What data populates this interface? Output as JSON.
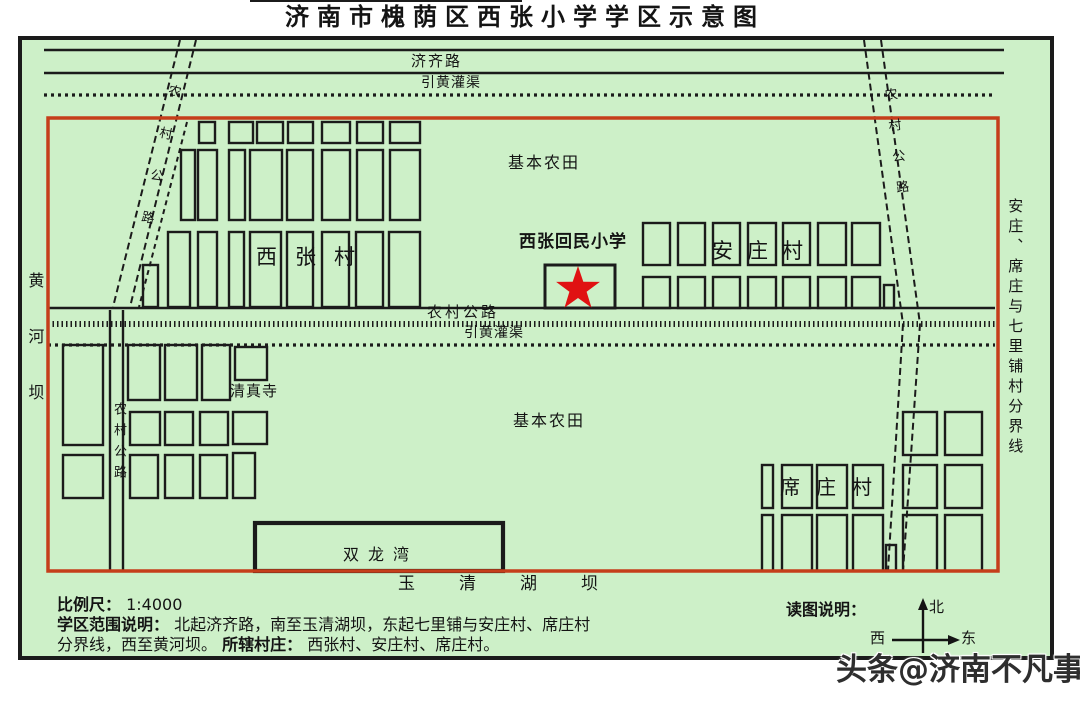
{
  "title": "济南市槐荫区西张小学学区示意图",
  "colors": {
    "map_bg": "#cdf0c8",
    "boundary_red": "#c53e1a",
    "star_red": "#e01212",
    "line_black": "#1b1b1b"
  },
  "map": {
    "roads": {
      "jiqi": "济齐路",
      "canal_top": "引黄灌渠",
      "rural_mid": "农村公路",
      "canal_mid": "引黄灌渠",
      "rural_left_diag": "农村公路",
      "rural_right_diag": "农村公路",
      "rural_bottom": "农村公路"
    },
    "labels": {
      "farmland_top": "基本农田",
      "farmland_bottom": "基本农田",
      "school": "西张回民小学",
      "village_xizhang": "西张村",
      "village_anzhuang": "安庄村",
      "village_xizhuang": "席庄村",
      "mosque": "清真寺",
      "shuanglongwan": "双龙湾",
      "yuqinghu_dam": "玉清湖坝",
      "huanghe_dam": "黄河坝",
      "east_boundary": "安庄、席庄与七里铺村分界线"
    },
    "blocks": {
      "xizhang": [
        [
          199,
          122,
          16,
          21
        ],
        [
          229,
          122,
          24,
          21
        ],
        [
          257,
          122,
          26,
          21
        ],
        [
          288,
          122,
          25,
          21
        ],
        [
          322,
          122,
          28,
          21
        ],
        [
          357,
          122,
          26,
          21
        ],
        [
          390,
          122,
          30,
          21
        ],
        [
          181,
          150,
          14,
          70
        ],
        [
          198,
          150,
          19,
          70
        ],
        [
          229,
          150,
          16,
          70
        ],
        [
          250,
          150,
          32,
          70
        ],
        [
          287,
          150,
          26,
          70
        ],
        [
          322,
          150,
          28,
          70
        ],
        [
          357,
          150,
          26,
          70
        ],
        [
          390,
          150,
          30,
          70
        ],
        [
          168,
          232,
          22,
          75
        ],
        [
          198,
          232,
          19,
          75
        ],
        [
          229,
          232,
          15,
          75
        ],
        [
          250,
          232,
          31,
          75
        ],
        [
          287,
          232,
          26,
          75
        ],
        [
          322,
          232,
          27,
          75
        ],
        [
          356,
          232,
          27,
          75
        ],
        [
          389,
          232,
          31,
          75
        ],
        [
          143,
          265,
          15,
          42
        ]
      ],
      "anzhuang": [
        [
          643,
          223,
          27,
          42
        ],
        [
          678,
          223,
          27,
          42
        ],
        [
          713,
          223,
          27,
          42
        ],
        [
          748,
          223,
          28,
          42
        ],
        [
          783,
          223,
          27,
          42
        ],
        [
          818,
          223,
          28,
          42
        ],
        [
          852,
          223,
          28,
          42
        ],
        [
          643,
          277,
          27,
          31
        ],
        [
          678,
          277,
          27,
          31
        ],
        [
          713,
          277,
          27,
          31
        ],
        [
          748,
          277,
          28,
          31
        ],
        [
          783,
          277,
          27,
          31
        ],
        [
          818,
          277,
          28,
          31
        ],
        [
          852,
          277,
          28,
          31
        ],
        [
          884,
          285,
          10,
          23
        ]
      ],
      "mosque_area": [
        [
          63,
          345,
          40,
          100
        ],
        [
          63,
          455,
          40,
          43
        ],
        [
          128,
          345,
          32,
          55
        ],
        [
          165,
          345,
          32,
          55
        ],
        [
          202,
          345,
          28,
          55
        ],
        [
          235,
          347,
          32,
          33
        ],
        [
          130,
          412,
          30,
          33
        ],
        [
          165,
          412,
          28,
          33
        ],
        [
          200,
          412,
          28,
          33
        ],
        [
          233,
          412,
          34,
          32
        ],
        [
          130,
          455,
          28,
          43
        ],
        [
          165,
          455,
          28,
          43
        ],
        [
          200,
          455,
          27,
          43
        ],
        [
          233,
          453,
          22,
          45
        ]
      ],
      "xizhuang": [
        [
          903,
          412,
          34,
          43
        ],
        [
          945,
          412,
          37,
          43
        ],
        [
          762,
          465,
          11,
          43
        ],
        [
          782,
          465,
          30,
          43
        ],
        [
          817,
          465,
          30,
          43
        ],
        [
          853,
          465,
          30,
          43
        ],
        [
          903,
          465,
          34,
          43
        ],
        [
          945,
          465,
          37,
          43
        ],
        [
          762,
          515,
          11,
          56
        ],
        [
          782,
          515,
          30,
          56
        ],
        [
          817,
          515,
          30,
          56
        ],
        [
          853,
          515,
          30,
          56
        ],
        [
          886,
          545,
          10,
          26
        ],
        [
          903,
          515,
          34,
          56
        ],
        [
          945,
          515,
          37,
          56
        ]
      ]
    },
    "special": {
      "school_rect": [
        545,
        265,
        70,
        43
      ],
      "shuanglongwan_rect": [
        255,
        523,
        248,
        48
      ]
    }
  },
  "legend": {
    "scale_label": "比例尺：",
    "scale_value": "1:4000",
    "range_label": "学区范围说明：",
    "range_line1": "北起济齐路，南至玉清湖坝，东起七里铺与安庄村、席庄村",
    "range_line2": "分界线，西至黄河坝。",
    "villages_label": "所辖村庄：",
    "villages_text": "西张村、安庄村、席庄村。",
    "reading_label": "读图说明：",
    "compass": {
      "north": "北",
      "west": "西",
      "east": "东"
    }
  },
  "watermark": "头条@济南不凡事"
}
